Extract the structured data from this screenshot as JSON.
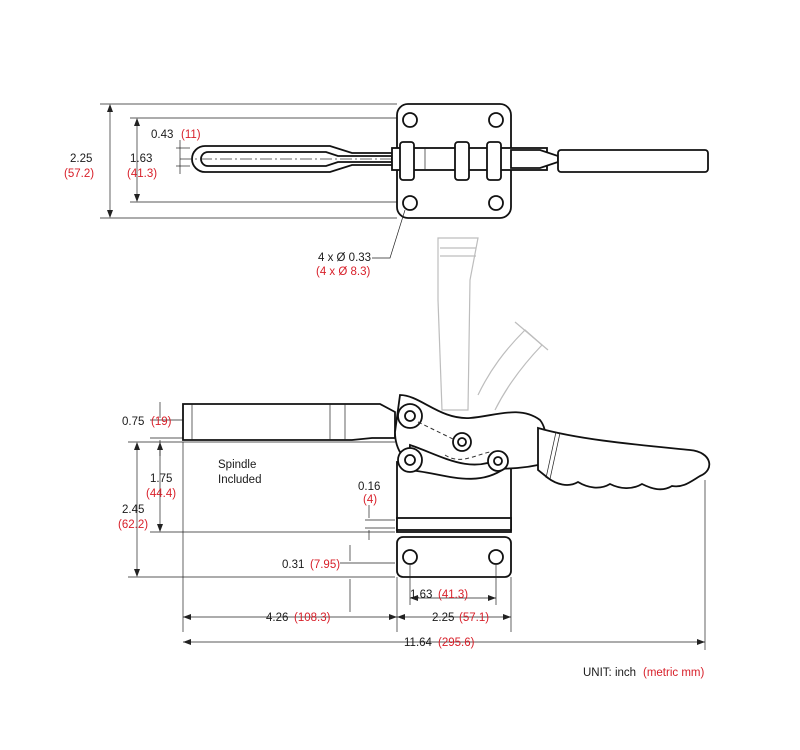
{
  "top_view": {
    "width_overall": {
      "inch": "2.25",
      "metric": "(57.2)"
    },
    "handle_slot": {
      "inch": "0.43",
      "metric": "(11)"
    },
    "hole_spacing": {
      "inch": "1.63",
      "metric": "(41.3)"
    },
    "holes": {
      "inch": "4 x Ø 0.33",
      "metric": "(4 x Ø 8.3)"
    }
  },
  "side_view": {
    "bar_thickness": {
      "inch": "0.75",
      "metric": "(19)"
    },
    "spindle_height": {
      "inch": "1.75",
      "metric": "(44.4)"
    },
    "overall_height": {
      "inch": "2.45",
      "metric": "(62.2)"
    },
    "spindle_note": [
      "Spindle",
      "Included"
    ],
    "gap": {
      "inch": "0.16",
      "metric": "(4)"
    },
    "base_thickness": {
      "inch": "0.31",
      "metric": "(7.95)"
    },
    "base_hole_spacing": {
      "inch": "1.63",
      "metric": "(41.3)"
    },
    "reach": {
      "inch": "4.26",
      "metric": "(108.3)"
    },
    "base_length": {
      "inch": "2.25",
      "metric": "(57.1)"
    },
    "overall_length": {
      "inch": "11.64",
      "metric": "(295.6)"
    }
  },
  "unit_note": {
    "label": "UNIT: inch",
    "metric": "(metric mm)"
  },
  "colors": {
    "metric_text": "#d8202a",
    "line": "#111111",
    "ghost": "#bdbdbd"
  }
}
